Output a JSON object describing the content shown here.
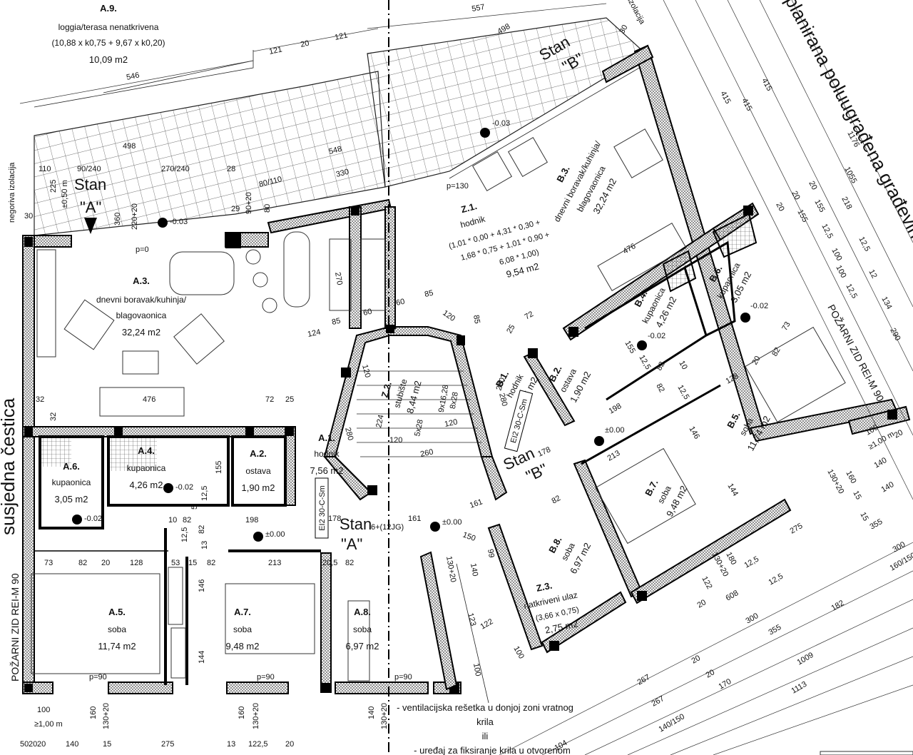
{
  "drawing": {
    "type": "architectural floor plan",
    "left_side_labels": {
      "neighbor_plot": "susjedna čestica",
      "fire_wall_left": "POŽARNI ZID REI-M 90",
      "insulation": "negoriva izolacija"
    },
    "right_side_labels": {
      "planned_building": "planirana poluugrađena građevina",
      "fire_wall_right": "POŽARNI ZID REI-M 90",
      "insulation_top": "izolacija"
    },
    "apartments": {
      "A": {
        "label": "Stan",
        "letter": "\"A\""
      },
      "B": {
        "label": "Stan",
        "letter": "\"B\""
      }
    },
    "entrance_marker": "6+(12JG)",
    "fire_door_label": "EI2 30-C-Sm"
  },
  "rooms": {
    "A9": {
      "code": "A.9.",
      "name": "loggia/terasa nenatkrivena",
      "formula": "(10,88 x k0,75 + 9,67 x k0,20)",
      "area": "10,09 m2"
    },
    "A3": {
      "code": "A.3.",
      "name1": "dnevni boravak/kuhinja/",
      "name2": "blagovaonica",
      "area": "32,24 m2"
    },
    "A6": {
      "code": "A.6.",
      "name": "kupaonica",
      "area": "3,05 m2"
    },
    "A4": {
      "code": "A.4.",
      "name": "kupaonica",
      "area": "4,26 m2"
    },
    "A2": {
      "code": "A.2.",
      "name": "ostava",
      "area": "1,90 m2"
    },
    "A1": {
      "code": "A.1.",
      "name": "hodnik",
      "area": "7,56 m2"
    },
    "A5": {
      "code": "A.5.",
      "name": "soba",
      "area": "11,74 m2"
    },
    "A7": {
      "code": "A.7.",
      "name": "soba",
      "area": "9,48 m2"
    },
    "A8": {
      "code": "A.8.",
      "name": "soba",
      "area": "6,97 m2"
    },
    "B3": {
      "code": "B.3.",
      "name1": "dnevni boravak/kuhinja/",
      "name2": "blagovaonica",
      "area": "32,24 m2"
    },
    "Z1": {
      "code": "Z.1.",
      "name": "hodnik",
      "formula1": "(1,01 * 0,00 + 4,31 * 0,30 +",
      "formula2": "1,68 * 0,75 + 1,01 * 0,90 +",
      "formula3": "6,08 * 1,00)",
      "area": "9,54 m2"
    },
    "Z2": {
      "code": "Z.2.",
      "name": "stubište",
      "area": "8,44 m2",
      "stairs1": "9x16,28",
      "stairs2": "8x28"
    },
    "B1": {
      "code": "B.1.",
      "name": "hodnik",
      "area": "7,56 m2"
    },
    "B2": {
      "code": "B.2.",
      "name": "ostava",
      "area": "1,90 m2"
    },
    "B4": {
      "code": "B.4.",
      "name": "kupaonica",
      "area": "4,26 m2"
    },
    "B6": {
      "code": "B.6.",
      "name": "kupaonica",
      "area": "3,05 m2"
    },
    "B5": {
      "code": "B.5.",
      "name": "soba",
      "area": "11,74 m2"
    },
    "B7": {
      "code": "B.7.",
      "name": "soba",
      "area": "9,48 m2"
    },
    "B8": {
      "code": "B.8.",
      "name": "soba",
      "area": "6,97 m2"
    },
    "Z3": {
      "code": "Z.3.",
      "name": "natkriveni ulaz",
      "formula": "(3,66 x 0,75)",
      "area": "2,75 m2"
    }
  },
  "levels": {
    "terrace_A": "-0.03",
    "terrace_B": "-0.03",
    "bath_A6": "-0.02",
    "bath_A4": "-0.02",
    "hall_A": "±0.00",
    "entry": "±0.00",
    "bath_B4": "-0.02",
    "bath_B6": "-0.02",
    "hall_B": "±0.00",
    "sill_p0": "p=0",
    "sill_p130": "p=130",
    "sill_p90": "p=90"
  },
  "dimensions": {
    "top": [
      "546",
      "121",
      "20",
      "121",
      "557",
      "498",
      "548",
      "330",
      "498",
      "110",
      "90/240",
      "270/240",
      "28",
      "80/110",
      "29",
      "90+20",
      "80",
      "225",
      "±0,50 m",
      "30",
      "360",
      "220+20",
      "30"
    ],
    "A_interior": [
      "476",
      "32",
      "32",
      "72",
      "25",
      "124",
      "85",
      "60",
      "60",
      "85",
      "120",
      "120",
      "85",
      "270",
      "155",
      "12,5",
      "5",
      "10",
      "82",
      "198",
      "12,5",
      "82",
      "13",
      "213",
      "20,5",
      "82"
    ],
    "A_bottom": [
      "73",
      "82",
      "20",
      "128",
      "53",
      "15",
      "82",
      "146",
      "144",
      "100",
      "≥1,00 m",
      "160",
      "130+20",
      "160",
      "130+20",
      "140",
      "130+20",
      "50",
      "20",
      "20",
      "140",
      "15",
      "275",
      "13",
      "122,5",
      "20"
    ],
    "stair": [
      "280",
      "224",
      "120",
      "5x28",
      "260",
      "280",
      "120",
      "161",
      "161",
      "178",
      "178",
      "150",
      "140",
      "130+20",
      "99",
      "123",
      "122",
      "100",
      "100"
    ],
    "B_block": [
      "72",
      "25",
      "280",
      "476",
      "155",
      "12,5",
      "82",
      "82",
      "198",
      "10",
      "12,5",
      "20",
      "82",
      "73",
      "128",
      "146",
      "213",
      "144",
      "82"
    ],
    "right_stacked": [
      "415",
      "415",
      "415",
      "1176",
      "1055",
      "218",
      "155",
      "155",
      "20",
      "20",
      "20",
      "12,5",
      "12,5",
      "100",
      "100",
      "12",
      "134",
      "12,5",
      "290",
      "100",
      "≥1,00 m",
      "20",
      "140",
      "140",
      "15",
      "15",
      "160",
      "130+20",
      "355",
      "275",
      "300",
      "160/150",
      "180",
      "130+20",
      "122",
      "608",
      "12,5",
      "12,5",
      "182",
      "20",
      "300",
      "355",
      "20",
      "267",
      "267",
      "20",
      "170",
      "140/150",
      "1009",
      "1113",
      "104"
    ]
  },
  "notes": {
    "line1": "- ventilacijska rešetka u donjoj zoni vratnog",
    "line2": "krila",
    "line3": "ili",
    "line4": "- uređaj za fiksiranje krila u otvorenom"
  }
}
